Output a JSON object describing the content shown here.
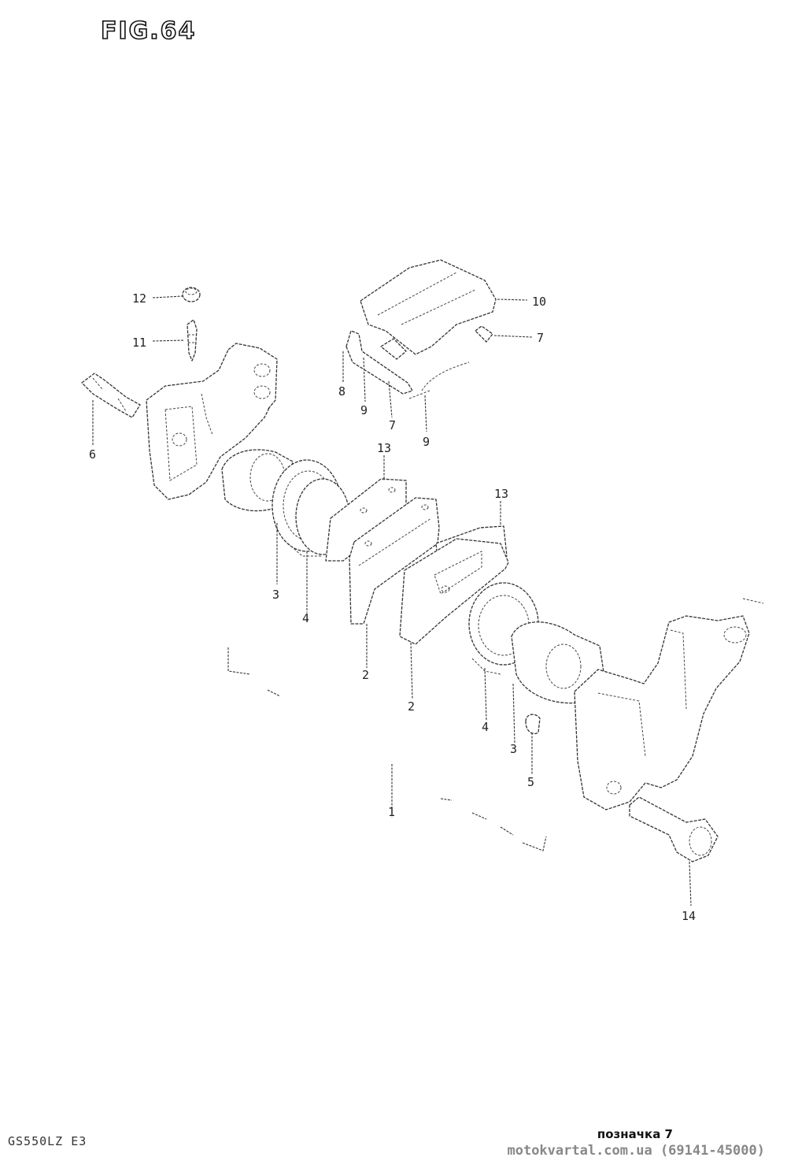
{
  "figure": {
    "title": "FIG.64"
  },
  "model_code": "GS550LZ E3",
  "footer": {
    "note": "позначка 7",
    "site": "motokvartal.com.ua (69141-45000)"
  },
  "parts": [
    {
      "name": "part-label-12",
      "number": "12"
    },
    {
      "name": "part-label-11",
      "number": "11"
    },
    {
      "name": "part-label-10",
      "number": "10"
    },
    {
      "name": "part-label-7-upper",
      "number": "7"
    },
    {
      "name": "part-label-8",
      "number": "8"
    },
    {
      "name": "part-label-9-left",
      "number": "9"
    },
    {
      "name": "part-label-7-lower",
      "number": "7"
    },
    {
      "name": "part-label-9-right",
      "number": "9"
    },
    {
      "name": "part-label-6",
      "number": "6"
    },
    {
      "name": "part-label-13-left",
      "number": "13"
    },
    {
      "name": "part-label-13-right",
      "number": "13"
    },
    {
      "name": "part-label-3-left",
      "number": "3"
    },
    {
      "name": "part-label-4-left",
      "number": "4"
    },
    {
      "name": "part-label-2-left",
      "number": "2"
    },
    {
      "name": "part-label-2-right",
      "number": "2"
    },
    {
      "name": "part-label-4-right",
      "number": "4"
    },
    {
      "name": "part-label-3-right",
      "number": "3"
    },
    {
      "name": "part-label-5",
      "number": "5"
    },
    {
      "name": "part-label-1",
      "number": "1"
    },
    {
      "name": "part-label-14",
      "number": "14"
    }
  ]
}
